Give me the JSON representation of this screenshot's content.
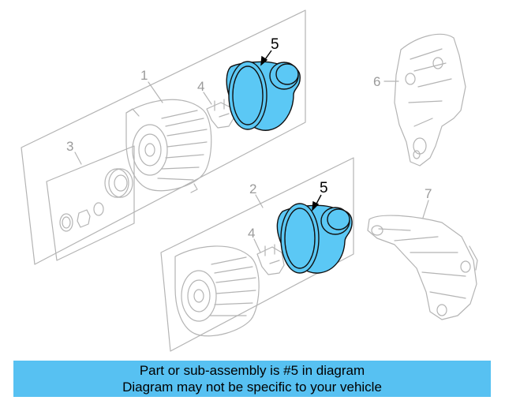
{
  "diagram": {
    "callouts": {
      "one": "1",
      "two": "2",
      "three": "3",
      "four_top": "4",
      "four_bottom": "4",
      "five_top": "5",
      "five_bottom": "5",
      "six": "6",
      "seven": "7"
    },
    "highlighted_part": "5"
  },
  "banner": {
    "line1": "Part or sub-assembly is #5 in diagram",
    "line2": "Diagram may not be specific to your vehicle"
  },
  "colors": {
    "highlight_fill": "#5bc8f5",
    "banner_bg": "#57c1f2",
    "line_gray": "#b4b4b4",
    "callout_gray": "#9a9a9a",
    "text": "#000000"
  }
}
